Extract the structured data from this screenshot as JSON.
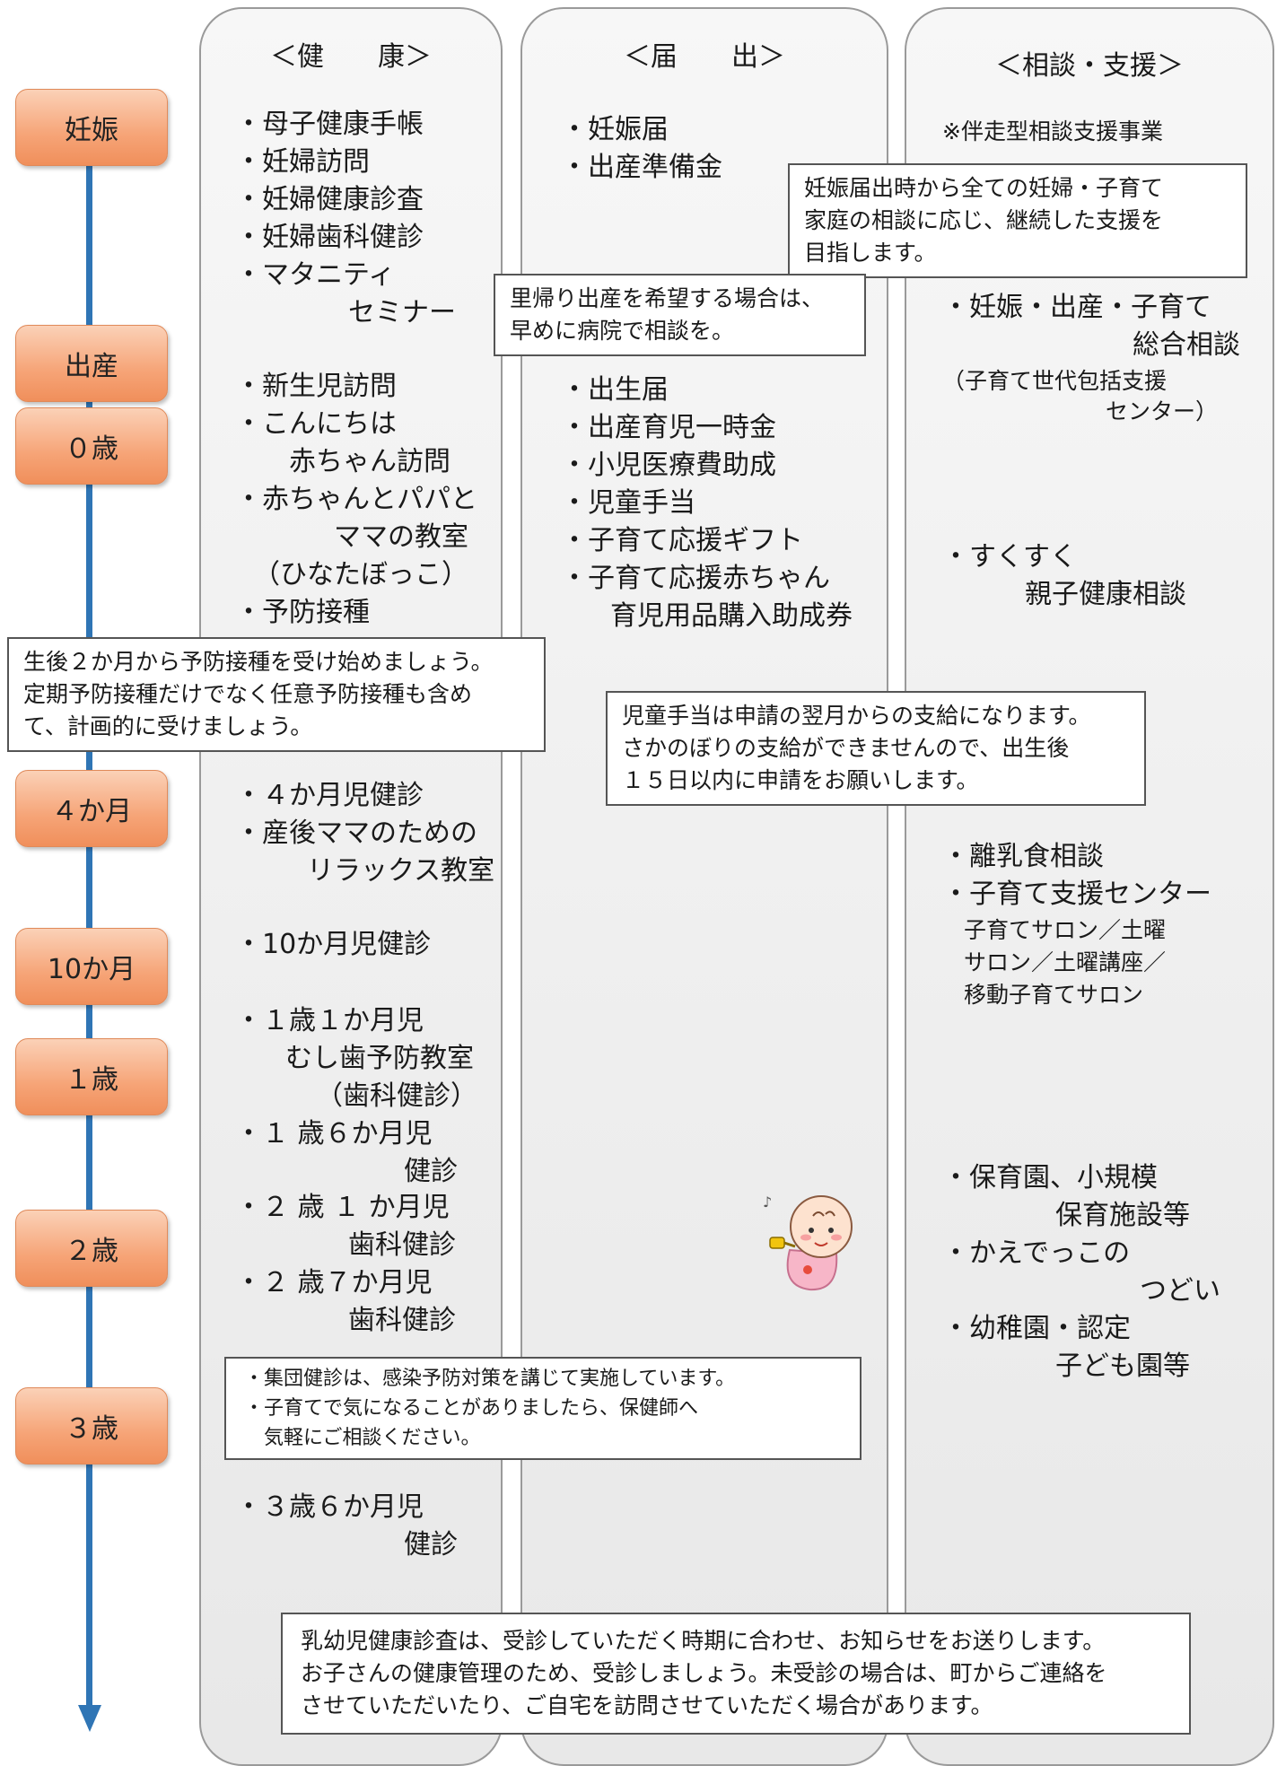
{
  "columns": {
    "health_title": "＜健　　康＞",
    "notify_title": "＜届　　出＞",
    "consult_title": "＜相談・支援＞"
  },
  "stages": {
    "pregnancy": "妊娠",
    "birth": "出産",
    "age0": "０歳",
    "m4": "４か月",
    "m10": "10か月",
    "age1": "１歳",
    "age2": "２歳",
    "age3": "３歳"
  },
  "health": {
    "i1": "・母子健康手帳",
    "i2": "・妊婦訪問",
    "i3": "・妊婦健康診査",
    "i4": "・妊婦歯科健診",
    "i5a": "・マタニティ",
    "i5b": "セミナー",
    "i6": "・新生児訪問",
    "i7a": "・こんにちは",
    "i7b": "赤ちゃん訪問",
    "i8a": "・赤ちゃんとパパと",
    "i8b": "ママの教室",
    "i8c": "（ひなたぼっこ）",
    "i9": "・予防接種",
    "i10": "・４か月児健診",
    "i11a": "・産後ママのための",
    "i11b": "リラックス教室",
    "i12": "・10か月児健診",
    "i13a": "・１歳１か月児",
    "i13b": "むし歯予防教室",
    "i13c": "（歯科健診）",
    "i14a": "・１ 歳６か月児",
    "i14b": "健診",
    "i15a": "・２ 歳 １ か月児",
    "i15b": "歯科健診",
    "i16a": "・２ 歳７か月児",
    "i16b": "歯科健診",
    "i17a": "・３歳６か月児",
    "i17b": "健診"
  },
  "notify": {
    "i1": "・妊娠届",
    "i2": "・出産準備金",
    "i3": "・出生届",
    "i4": "・出産育児一時金",
    "i5": "・小児医療費助成",
    "i6": "・児童手当",
    "i7": "・子育て応援ギフト",
    "i8a": "・子育て応援赤ちゃん",
    "i8b": "育児用品購入助成券"
  },
  "consult": {
    "header": "※伴走型相談支援事業",
    "i1a": "・妊娠・出産・子育て",
    "i1b": "総合相談",
    "i1c": "（子育て世代包括支援",
    "i1d": "センター）",
    "i2a": "・すくすく",
    "i2b": "親子健康相談",
    "i3": "・離乳食相談",
    "i4": "・子育て支援センター",
    "i4b": "子育てサロン／土曜",
    "i4c": "サロン／土曜講座／",
    "i4d": "移動子育てサロン",
    "i5a": "・保育園、小規模",
    "i5b": "保育施設等",
    "i6a": "・かえでっこの",
    "i6b": "つどい",
    "i7a": "・幼稚園・認定",
    "i7b": "子ども園等"
  },
  "notes": {
    "consult_box": [
      "妊娠届出時から全ての妊婦・子育て",
      "家庭の相談に応じ、継続した支援を",
      "目指します。"
    ],
    "homebirth_box": [
      "里帰り出産を希望する場合は、",
      "早めに病院で相談を。"
    ],
    "vaccine_box": [
      "生後２か月から予防接種を受け始めましょう。",
      "定期予防接種だけでなく任意予防接種も含め",
      "て、計画的に受けましょう。"
    ],
    "allowance_box": [
      "児童手当は申請の翌月からの支給になります。",
      "さかのぼりの支給ができませんので、出生後",
      "１５日以内に申請をお願いします。"
    ],
    "checkup_box": [
      "・集団健診は、感染予防対策を講じて実施しています。",
      "・子育てで気になることがありましたら、保健師へ",
      "　気軽にご相談ください。"
    ],
    "bottom_box": [
      "乳幼児健康診査は、受診していただく時期に合わせ、お知らせをお送りします。",
      "お子さんの健康管理のため、受診しましょう。未受診の場合は、町からご連絡を",
      "させていただいたり、ご自宅を訪問させていただく場合があります。"
    ]
  },
  "colors": {
    "axis": "#2f75b5",
    "stage_fill": "#f6a477"
  }
}
